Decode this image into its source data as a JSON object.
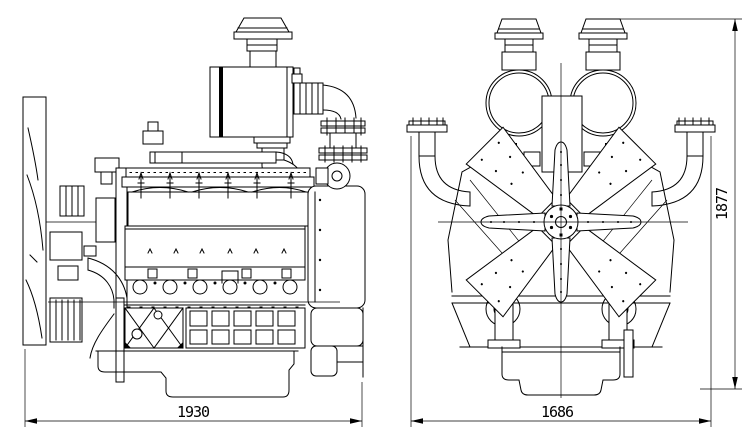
{
  "drawing": {
    "background_color": "#ffffff",
    "line_color": "#000000",
    "views": {
      "side_view": {
        "length_dimension": "1930"
      },
      "front_view": {
        "width_dimension": "1686",
        "height_dimension": "1877"
      }
    }
  }
}
